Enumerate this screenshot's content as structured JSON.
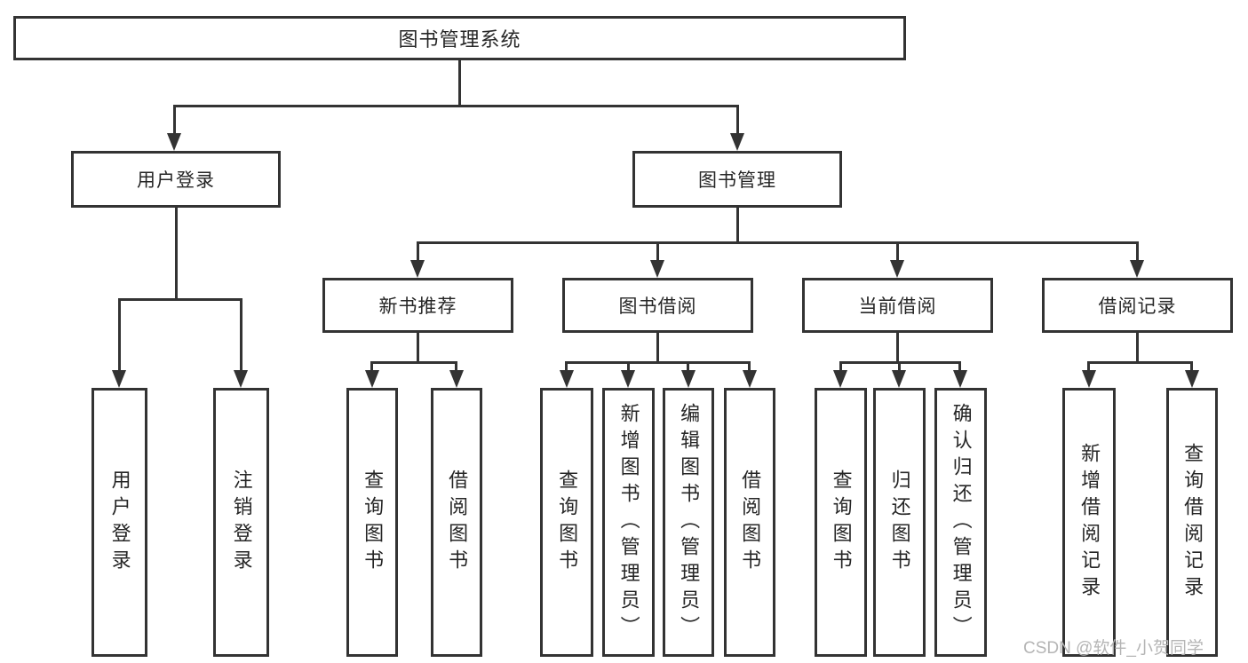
{
  "diagram": {
    "title": "图书管理系统",
    "colors": {
      "line": "#333333",
      "text": "#262626",
      "background": "#ffffff",
      "watermark": "#b5b5b5"
    },
    "nodes": {
      "root": {
        "label": "图书管理系统"
      },
      "level2": [
        {
          "id": "user-login",
          "label": "用户登录",
          "children": [
            "用户登录",
            "注销登录"
          ]
        },
        {
          "id": "book-management",
          "label": "图书管理"
        }
      ],
      "level3": [
        {
          "id": "new-book-recommend",
          "label": "新书推荐",
          "children": [
            "查询图书",
            "借阅图书"
          ]
        },
        {
          "id": "book-borrowing",
          "label": "图书借阅",
          "children": [
            "查询图书",
            "新增图书（管理员）",
            "编辑图书（管理员）",
            "借阅图书"
          ]
        },
        {
          "id": "current-borrowing",
          "label": "当前借阅",
          "children": [
            "查询图书",
            "归还图书",
            "确认归还（管理员）"
          ]
        },
        {
          "id": "borrowing-records",
          "label": "借阅记录",
          "children": [
            "新增借阅记录",
            "查询借阅记录"
          ]
        }
      ]
    },
    "watermark": "CSDN @软件_小贺同学"
  }
}
